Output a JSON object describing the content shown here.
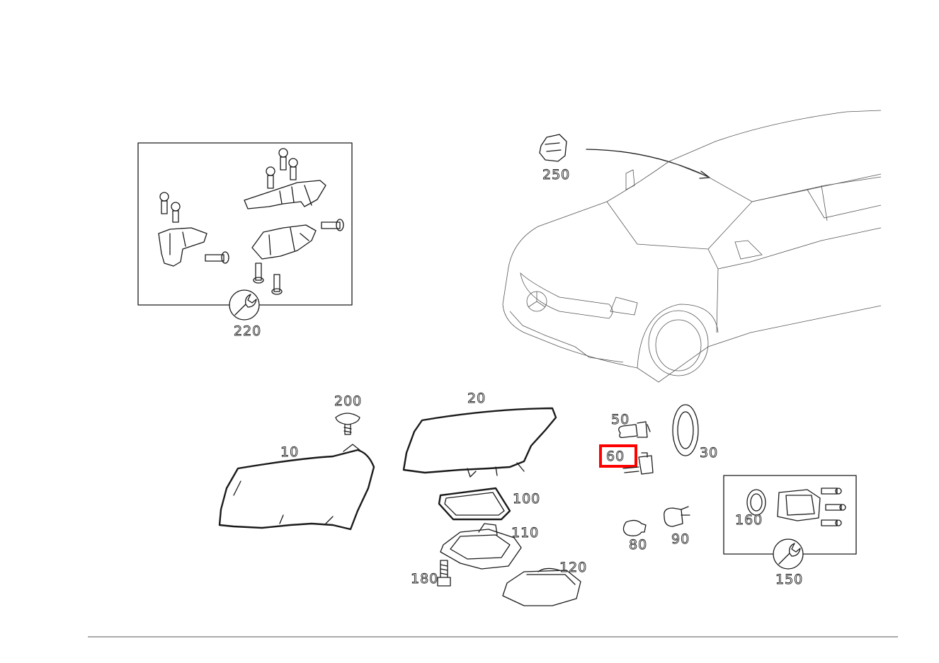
{
  "highlight_color": "#ff0000",
  "callouts": {
    "c250": "250",
    "c220": "220",
    "c200": "200",
    "c20": "20",
    "c10": "10",
    "c50": "50",
    "c60": "60",
    "c30": "30",
    "c100": "100",
    "c110": "110",
    "c120": "120",
    "c180": "180",
    "c80": "80",
    "c90": "90",
    "c160": "160",
    "c150": "150"
  },
  "selected_part": "60",
  "icons": [
    "wrench-icon",
    "wrench-icon"
  ]
}
